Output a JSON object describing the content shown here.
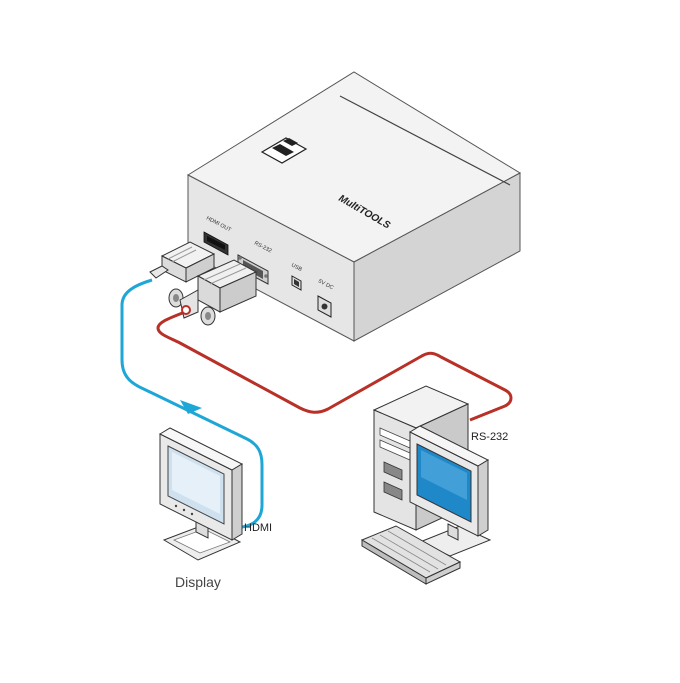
{
  "device": {
    "brand": "MultiTOOLS",
    "ports": {
      "hdmi_out": "HDMI OUT",
      "rs232": "RS-232",
      "usb": "USB",
      "power": "5V DC"
    }
  },
  "connections": {
    "hdmi": "HDMI",
    "rs232": "RS-232"
  },
  "endpoints": {
    "display": "Display"
  },
  "colors": {
    "hdmi_cable": "#1ea7d6",
    "rs232_cable": "#b83026",
    "device_body": "#ececec",
    "device_outline": "#555555"
  }
}
